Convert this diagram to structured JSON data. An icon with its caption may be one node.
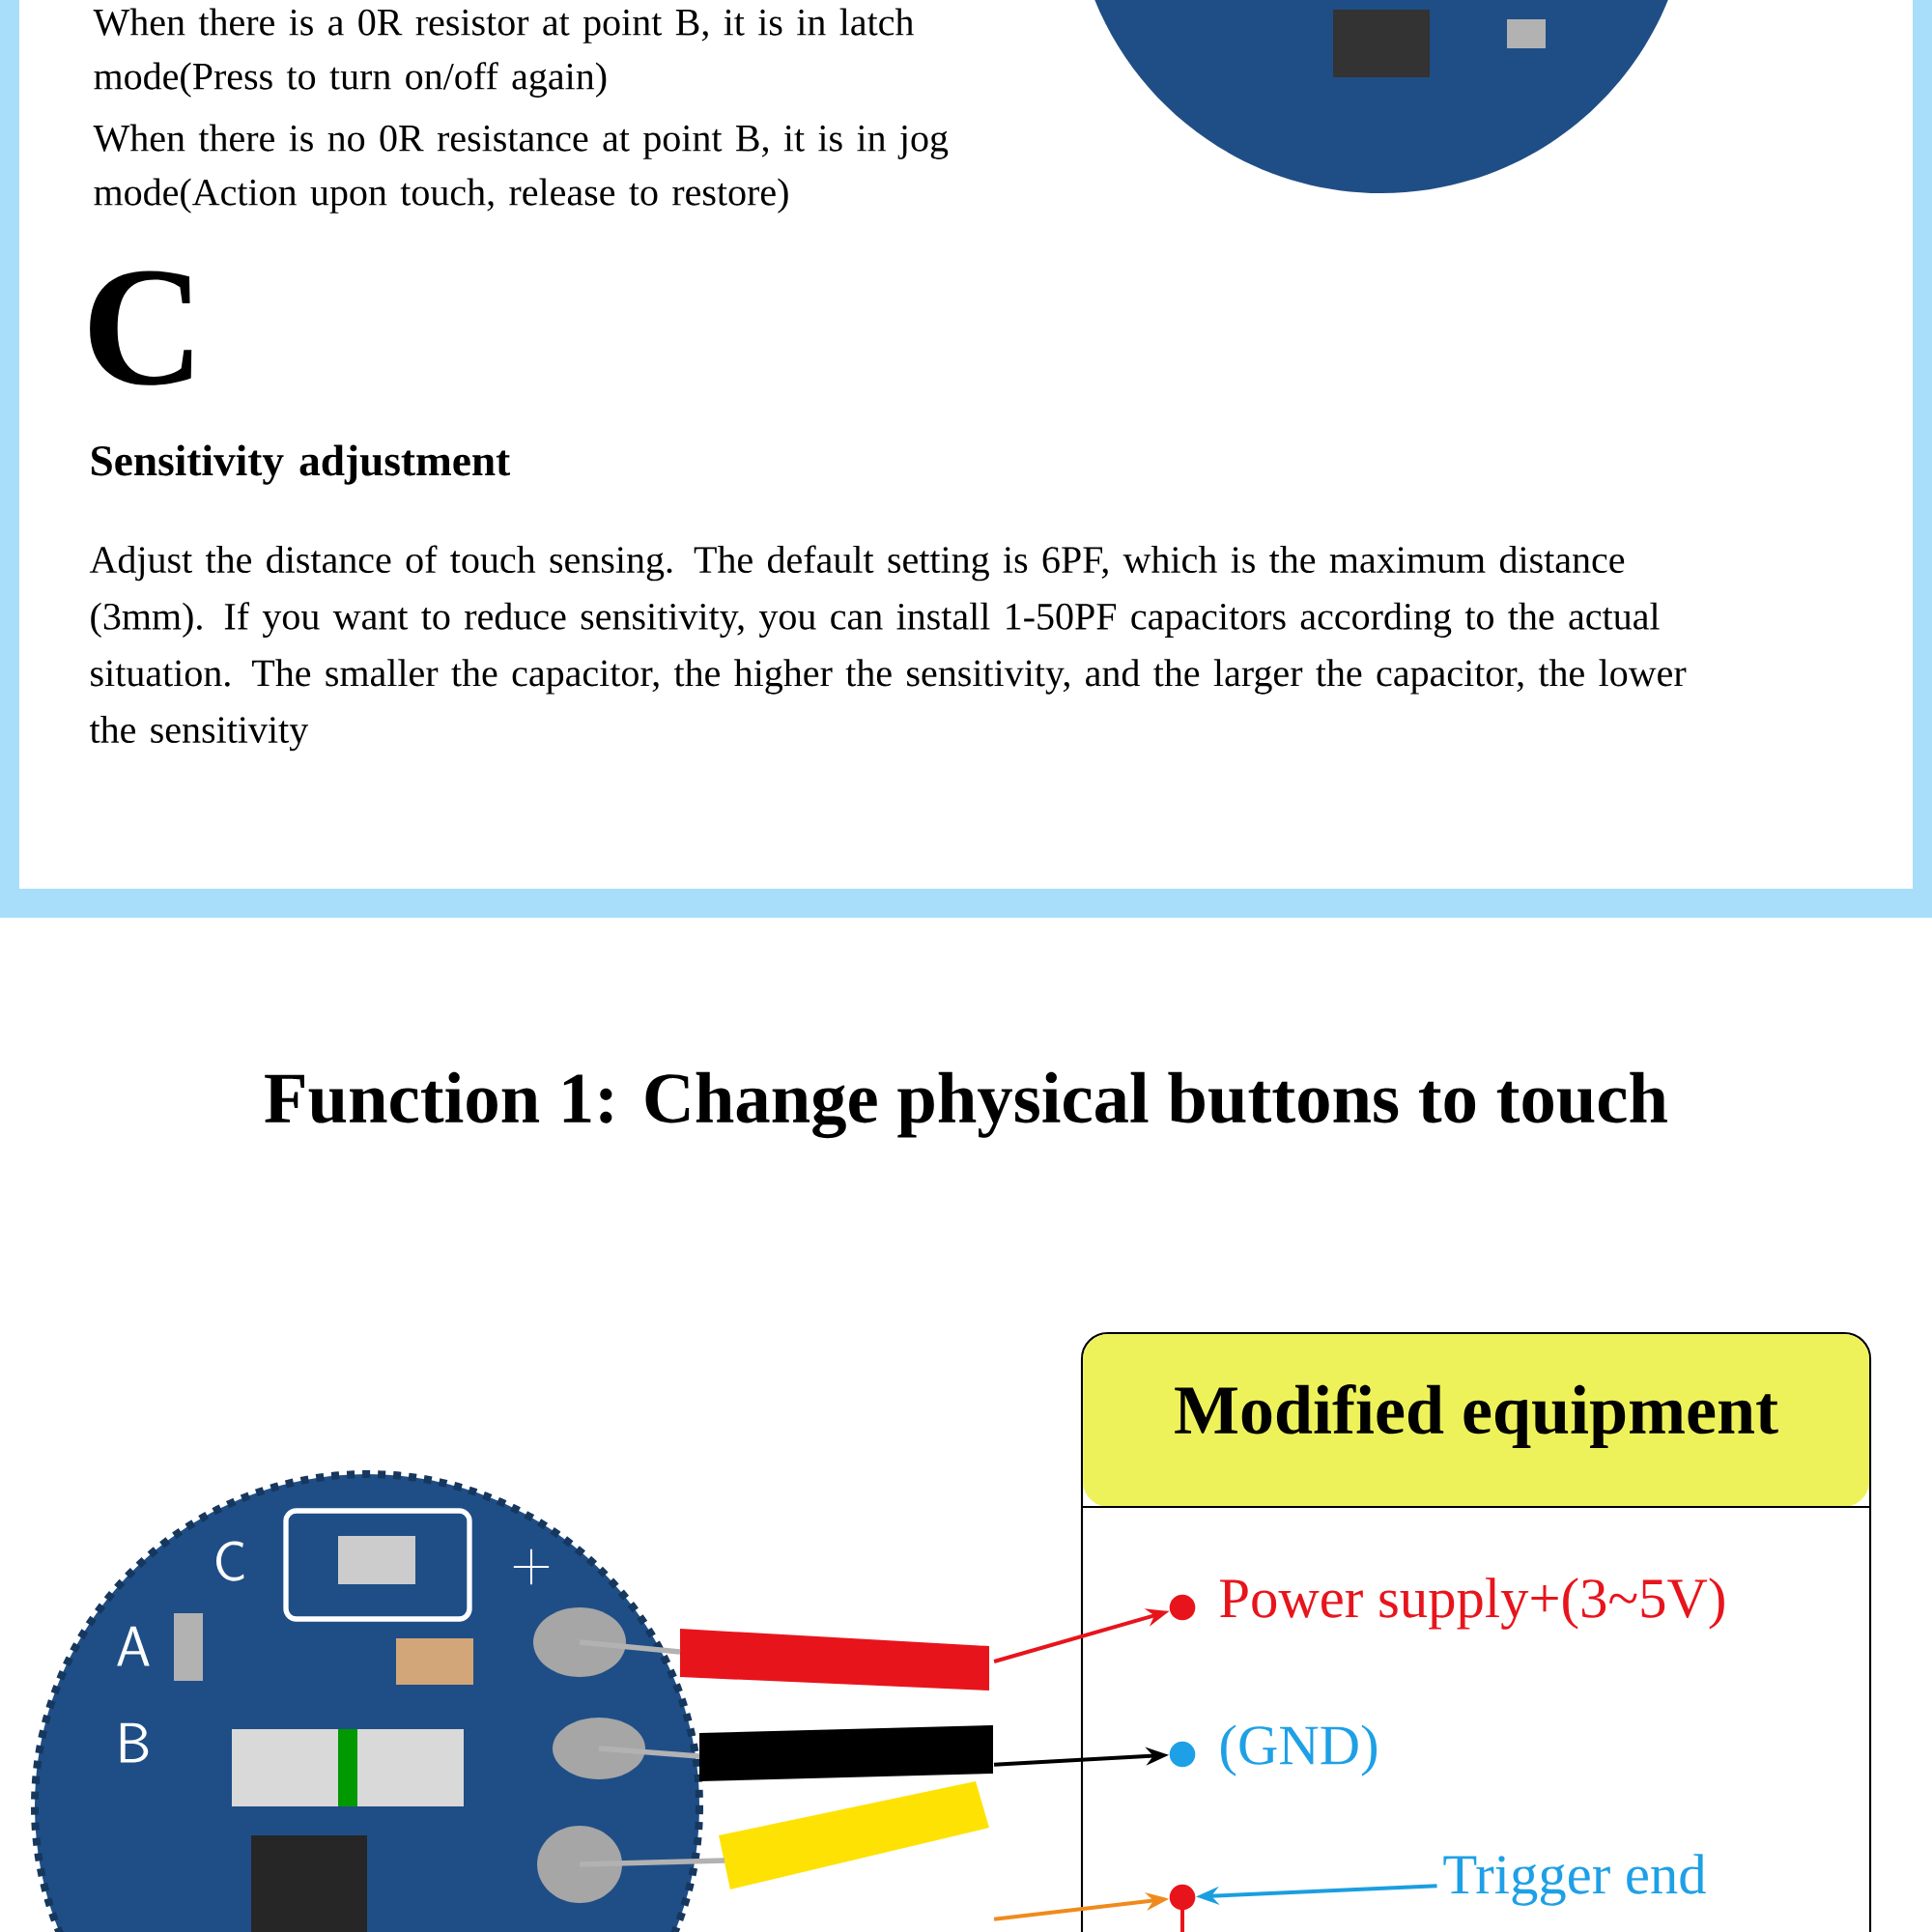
{
  "diagram": {
    "title": "Function 1: Change physical buttons to touch",
    "nodes": [
      {
        "text": [],
        "shape": "picture"
      },
      {
        "text": [
          "Modified equipment"
        ]
      },
      {
        "text": [],
        "shape": "circle",
        "in": 1,
        "beside": [
          "Power supply+(3~5V)"
        ]
      },
      {
        "text": [],
        "shape": "circle",
        "in": 1,
        "beside": [
          "(GND)"
        ]
      },
      {
        "text": [],
        "shape": "circle",
        "in": 1
      },
      {
        "text": [
          "Trigger end"
        ],
        "in": 1
      }
    ],
    "edges": [
      {
        "from": 0,
        "to": 2,
        "arrow": "to",
        "color": "#e8141c"
      },
      {
        "from": 0,
        "to": 3,
        "arrow": "to",
        "color": "#000000"
      },
      {
        "from": 0,
        "to": 4,
        "arrow": "to",
        "color": "#f08a1c"
      },
      {
        "from": 5,
        "to": 4,
        "arrow": "to",
        "color": "#1a9ee0"
      }
    ],
    "labels": [
      "When there is a 0R resistor at point B, it is in latch mode(Press to turn on/off again)",
      "When there is no 0R resistance at point B, it is in jog mode(Action upon touch, release to restore)",
      "C",
      "Sensitivity adjustment",
      "Adjust the distance of touch sensing. The default setting is 6PF, which is the maximum distance (3mm). If you want to reduce sensitivity, you can install 1-50PF capacitors according to the actual situation. The smaller the capacitor, the higher the sensitivity, and the larger the capacitor, the lower the sensitivity",
      "C",
      "+",
      "A",
      "B"
    ]
  }
}
